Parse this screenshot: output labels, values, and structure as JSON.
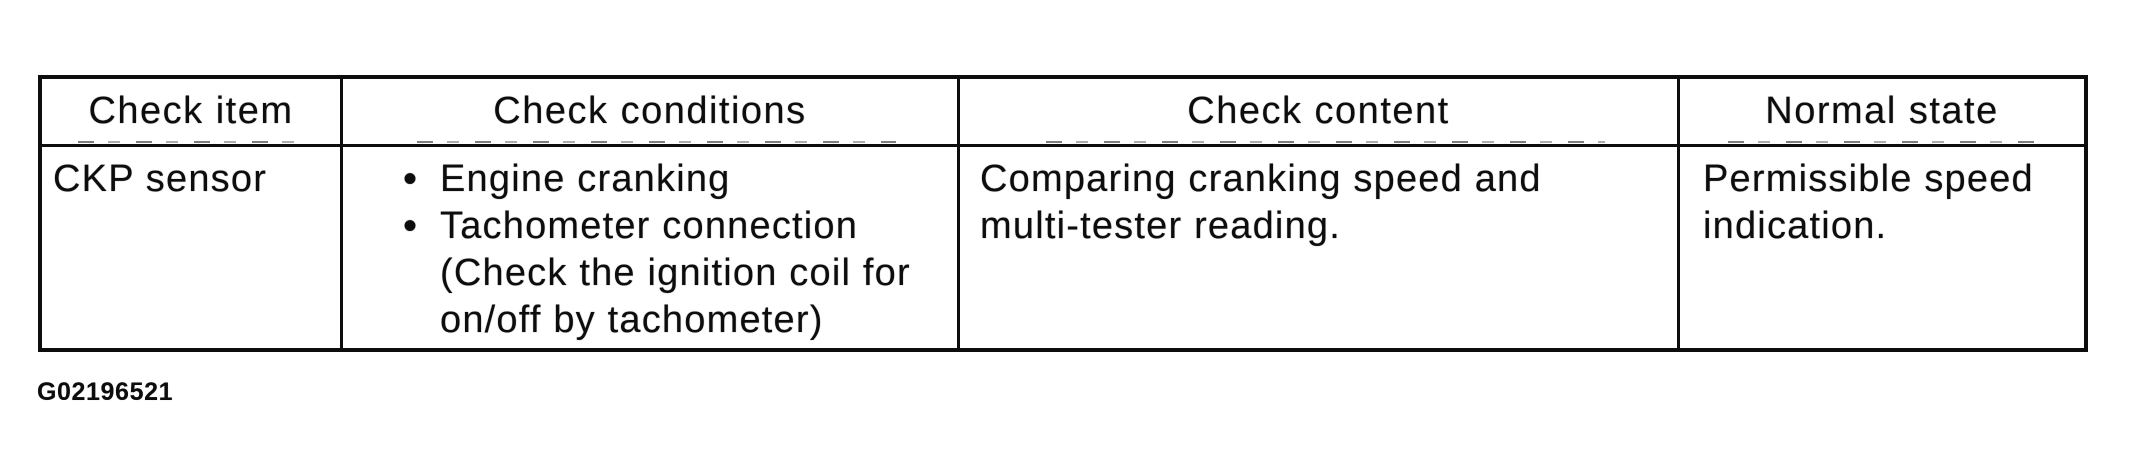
{
  "table": {
    "headers": {
      "check_item": "Check item",
      "check_conditions": "Check conditions",
      "check_content": "Check content",
      "normal_state": "Normal state"
    },
    "bullet_char": "•",
    "row": {
      "check_item": "CKP sensor",
      "check_conditions": [
        "Engine cranking",
        "Tachometer connection\n(Check the ignition coil for\non/off by tachometer)"
      ],
      "check_content": "Comparing cranking speed and\nmulti-tester reading.",
      "normal_state": "Permissible speed\nindication."
    }
  },
  "caption": {
    "figure_id": "G02196521"
  },
  "colors": {
    "ink": "#0d0d0d",
    "paper": "#ffffff"
  }
}
